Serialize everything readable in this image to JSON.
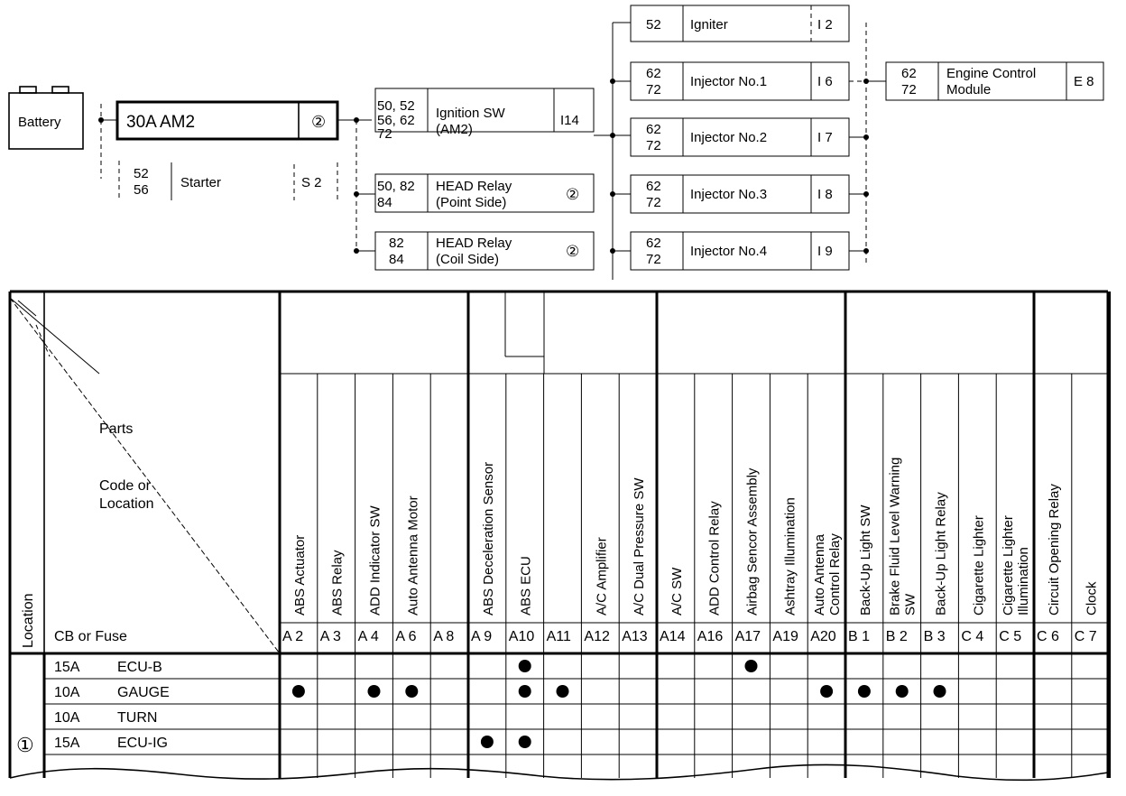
{
  "circuit": {
    "battery": "Battery",
    "am2_fuse": "30A AM2",
    "am2_marker": "②",
    "starter": {
      "pins": [
        "52",
        "56"
      ],
      "name": "Starter",
      "code": "S 2"
    },
    "ignition_sw": {
      "pins": [
        "50, 52",
        "56, 62",
        "72"
      ],
      "name": [
        "Ignition  SW",
        "(AM2)"
      ],
      "code": "I14"
    },
    "head_relay_point": {
      "pins": [
        "50, 82",
        "84"
      ],
      "name": [
        "HEAD  Relay",
        "(Point  Side)"
      ],
      "marker": "②"
    },
    "head_relay_coil": {
      "pins": [
        "82",
        "84"
      ],
      "name": [
        "HEAD  Relay",
        "(Coil  Side)"
      ],
      "marker": "②"
    },
    "igniter": {
      "pins": [
        "52"
      ],
      "name": "Igniter",
      "code": "I 2"
    },
    "injectors": [
      {
        "pins": [
          "62",
          "72"
        ],
        "name": "Injector  No.1",
        "code": "I 6"
      },
      {
        "pins": [
          "62",
          "72"
        ],
        "name": "Injector  No.2",
        "code": "I 7"
      },
      {
        "pins": [
          "62",
          "72"
        ],
        "name": "Injector  No.3",
        "code": "I 8"
      },
      {
        "pins": [
          "62",
          "72"
        ],
        "name": "Injector  No.4",
        "code": "I 9"
      }
    ],
    "ecm": {
      "pins": [
        "62",
        "72"
      ],
      "name": [
        "Engine  Control",
        "Module"
      ],
      "code": "E 8"
    }
  },
  "table": {
    "header_location": "Location",
    "header_parts": "Parts",
    "header_code": [
      "Code  or",
      "Location"
    ],
    "header_cb_fuse": "CB  or  Fuse",
    "columns": [
      {
        "code": "A  2",
        "label": [
          "ABS  Actuator"
        ]
      },
      {
        "code": "A  3",
        "label": [
          "ABS  Relay"
        ]
      },
      {
        "code": "A  4",
        "label": [
          "ADD  Indicator  SW"
        ]
      },
      {
        "code": "A  6",
        "label": [
          "Auto  Antenna  Motor"
        ]
      },
      {
        "code": "A  8",
        "label": []
      },
      {
        "code": "A  9",
        "label": [
          "ABS  Deceleration  Sensor"
        ]
      },
      {
        "code": "A10",
        "label": [
          "ABS  ECU"
        ]
      },
      {
        "code": "A11",
        "label": []
      },
      {
        "code": "A12",
        "label": [
          "A/C  Amplifier"
        ]
      },
      {
        "code": "A13",
        "label": [
          "A/C  Dual  Pressure  SW"
        ]
      },
      {
        "code": "A14",
        "label": [
          "A/C  SW"
        ]
      },
      {
        "code": "A16",
        "label": [
          "ADD  Control  Relay"
        ]
      },
      {
        "code": "A17",
        "label": [
          "Airbag  Sencor  Assembly"
        ]
      },
      {
        "code": "A19",
        "label": [
          "Ashtray  Illumination"
        ]
      },
      {
        "code": "A20",
        "label": [
          "Auto  Antenna",
          "Control  Relay"
        ]
      },
      {
        "code": "B  1",
        "label": [
          "Back-Up  Light  SW"
        ]
      },
      {
        "code": "B  2",
        "label": [
          "Brake  Fluid  Level  Warning",
          "SW"
        ]
      },
      {
        "code": "B  3",
        "label": [
          "Back-Up  Light  Relay"
        ]
      },
      {
        "code": "C  4",
        "label": [
          "Cigarette  Lighter"
        ]
      },
      {
        "code": "C  5",
        "label": [
          "Cigarette  Lighter",
          "Illumination"
        ]
      },
      {
        "code": "C  6",
        "label": [
          "Circuit  Opening  Relay"
        ]
      },
      {
        "code": "C  7",
        "label": [
          "Clock"
        ]
      }
    ],
    "location_marker": "①",
    "rows": [
      {
        "amp": "15A",
        "name": "ECU-B",
        "marks": [
          "A10",
          "A17"
        ]
      },
      {
        "amp": "10A",
        "name": "GAUGE",
        "marks": [
          "A  2",
          "A  4",
          "A  6",
          "A10",
          "A11",
          "A20",
          "B  1",
          "B  2",
          "B  3"
        ]
      },
      {
        "amp": "10A",
        "name": "TURN",
        "marks": []
      },
      {
        "amp": "15A",
        "name": "ECU-IG",
        "marks": [
          "A  9",
          "A10"
        ]
      }
    ]
  }
}
